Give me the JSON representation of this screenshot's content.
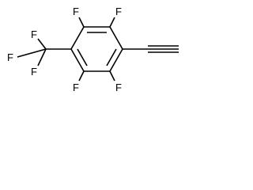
{
  "molecule": {
    "ring_fluorines": [
      "F",
      "F",
      "F",
      "F"
    ],
    "cf3_fluorines": [
      "F",
      "F",
      "F"
    ],
    "bond_color": "#000000",
    "label_color": "#000000"
  }
}
